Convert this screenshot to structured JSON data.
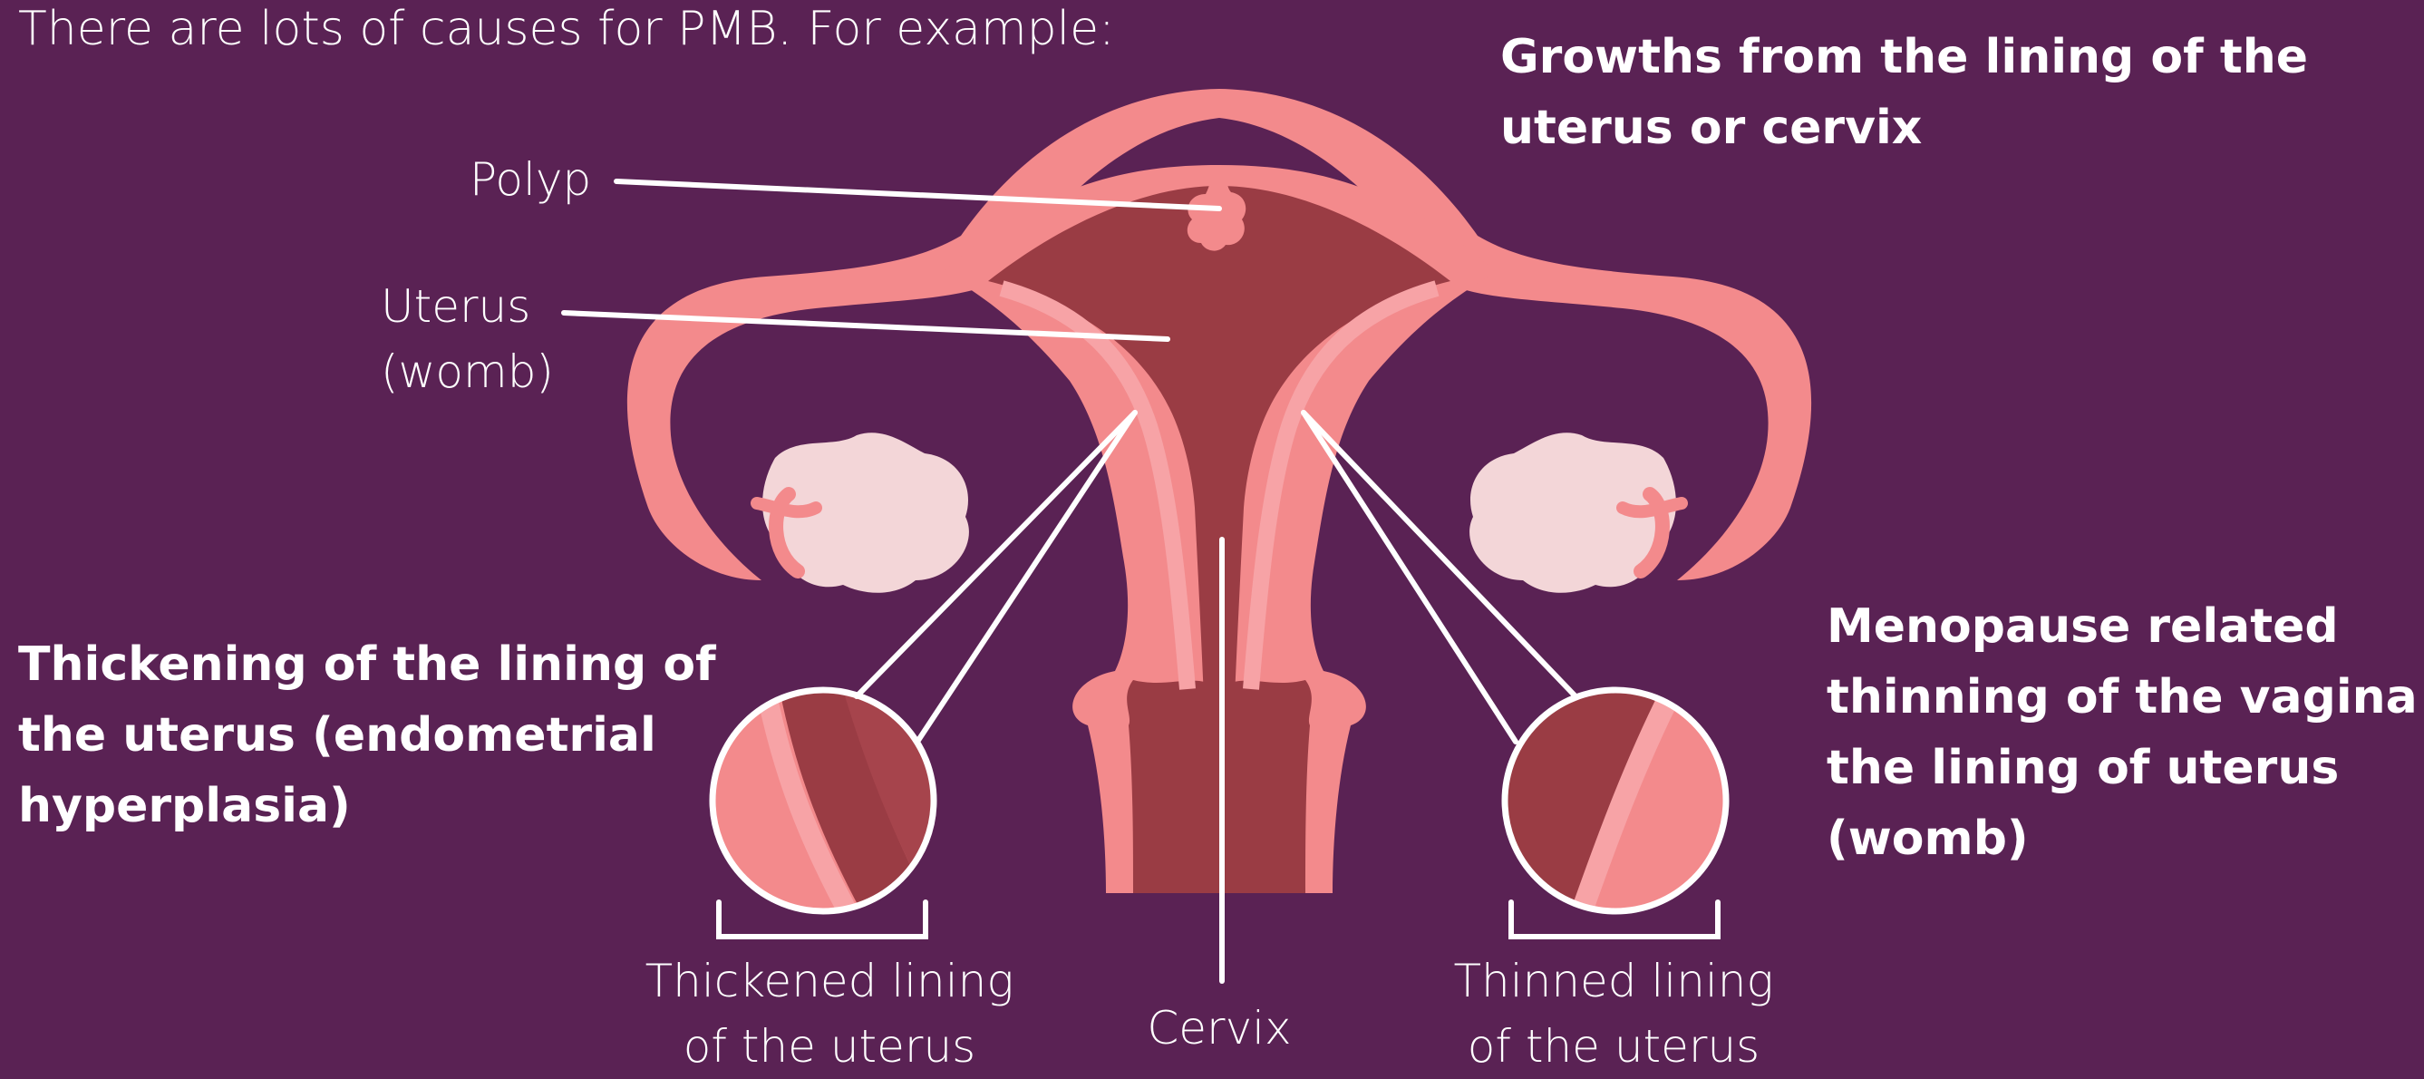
{
  "intro": "There are lots of causes for PMB. For example:",
  "causes": {
    "growths": [
      "Growths from the lining of the",
      "uterus or cervix"
    ],
    "thickening": [
      "Thickening of the lining of",
      "the uterus (endometrial",
      "hyperplasia)"
    ],
    "thinning": [
      "Menopause related",
      "thinning of the vagina or",
      "the lining of uterus",
      "(womb)"
    ]
  },
  "labels": {
    "polyp": "Polyp",
    "uterus": [
      "Uterus",
      "(womb)"
    ],
    "thickened": [
      "Thickened lining",
      "of the uterus"
    ],
    "cervix": "Cervix",
    "thinned": [
      "Thinned lining",
      "of the uterus"
    ]
  },
  "colors": {
    "background": "#5a2254",
    "organ": "#f38a8c",
    "organ_light": "#f7a3a6",
    "lining_dark": "#9a3c44",
    "ovary": "#f3d6d8",
    "leader_lines": "#ffffff"
  }
}
